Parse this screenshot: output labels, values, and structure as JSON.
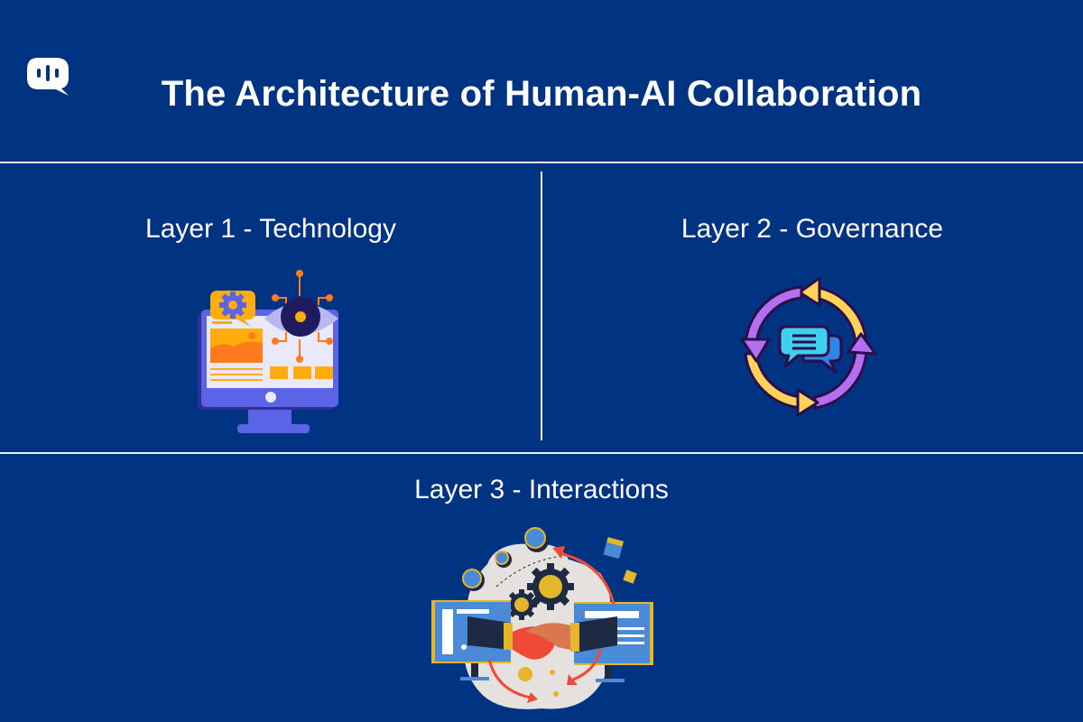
{
  "header": {
    "logo_icon": "speech-bubble-audio-icon",
    "title": "The Architecture of Human-AI Collaboration"
  },
  "layers": [
    {
      "label": "Layer 1 - Technology",
      "icon": "computer-eye-gear-icon"
    },
    {
      "label": "Layer 2 - Governance",
      "icon": "cycle-chat-bubbles-icon"
    },
    {
      "label": "Layer 3 - Interactions",
      "icon": "handshake-monitors-gears-icon"
    }
  ],
  "colors": {
    "background": "#003381",
    "text": "#ffffff",
    "divider": "#ffffff",
    "accent_orange": "#ffad0d",
    "accent_purple": "#b36ff0",
    "accent_yellow": "#ffd25a",
    "accent_blue": "#5b63e6",
    "accent_red": "#f04a37"
  }
}
